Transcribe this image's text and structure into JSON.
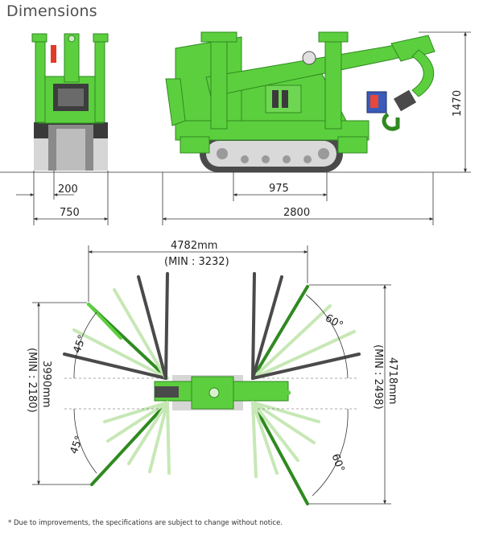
{
  "title": "Dimensions",
  "side_view_dimensions": {
    "track_offset": "200",
    "machine_width": "750",
    "track_center_length": "975",
    "overall_length": "2800",
    "overall_height": "1470"
  },
  "outrigger_view_dimensions": {
    "span_width": "4782mm",
    "span_width_min": "(MIN : 3232)",
    "span_left": "3990mm",
    "span_left_min": "(MIN : 2180)",
    "span_right": "4718mm",
    "span_right_min": "(MIN : 2498)",
    "angle_upper_left": "45°",
    "angle_lower_left": "45°",
    "angle_upper_right": "60°",
    "angle_lower_right": "60°"
  },
  "footnote": "* Due to improvements, the specifications are subject to change without notice.",
  "colors": {
    "machine_green": "#5ccf3e",
    "dark_green": "#2f8a20",
    "light_green": "#c7e8b6",
    "gray_body": "#4a4a4a",
    "pad_gray": "#d6d6d6"
  }
}
